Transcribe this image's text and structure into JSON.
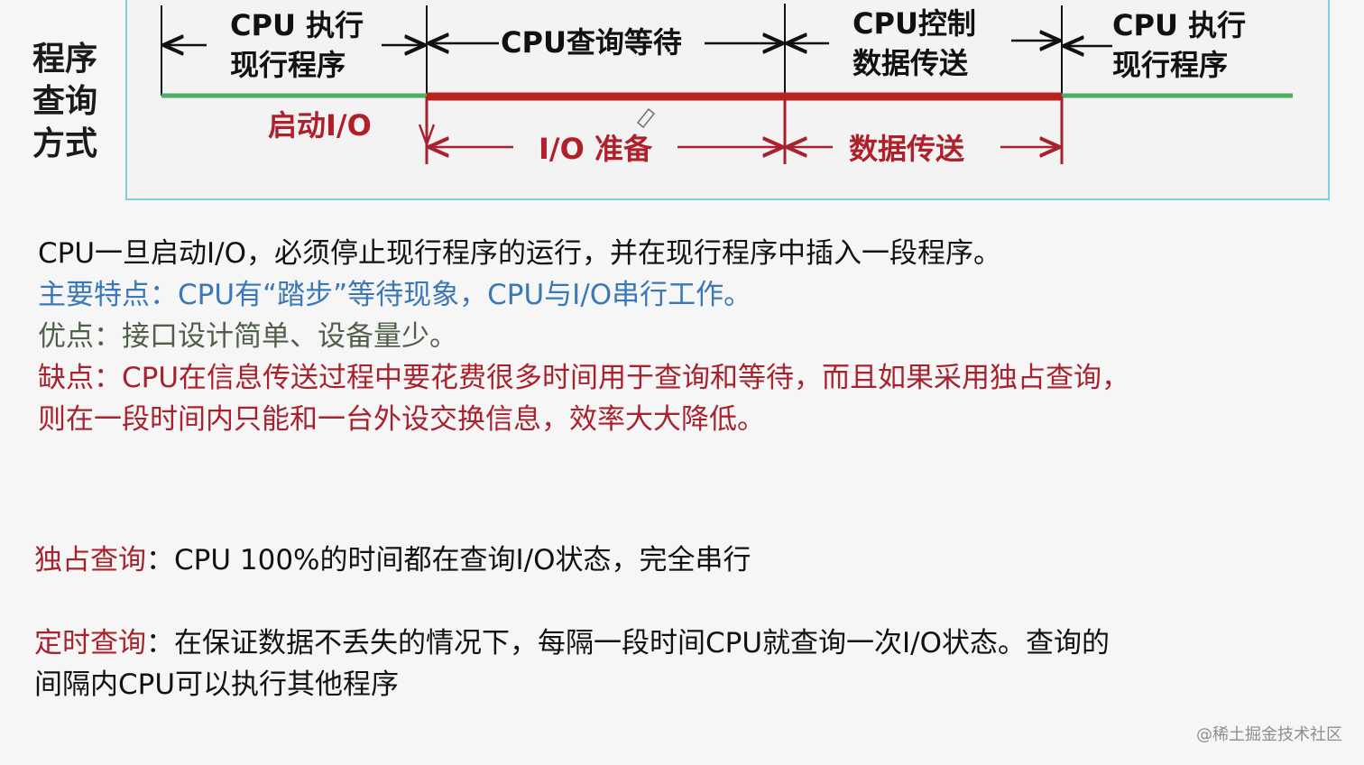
{
  "side_label": "程序\n查询\n方式",
  "diagram": {
    "segments_top": [
      {
        "label": "CPU 执行\n现行程序"
      },
      {
        "label": "CPU查询等待"
      },
      {
        "label": "CPU控制\n数据传送"
      },
      {
        "label": "CPU  执行\n现行程序"
      }
    ],
    "segments_bottom": [
      {
        "label": "启动I/O"
      },
      {
        "label": "I/O 准备"
      },
      {
        "label": "数据传送"
      }
    ],
    "colors": {
      "cpu_line": "#4caf64",
      "io_line": "#b8231f",
      "box_border": "#7ecfe6"
    }
  },
  "body": {
    "line1": "CPU一旦启动I/O，必须停止现行程序的运行，并在现行程序中插入一段程序。",
    "feature": "主要特点：CPU有“踏步”等待现象，CPU与I/O串行工作。",
    "pros": "优点：接口设计简单、设备量少。",
    "cons_line1": "缺点：CPU在信息传送过程中要花费很多时间用于查询和等待，而且如果采用独占查询，",
    "cons_line2": "则在一段时间内只能和一台外设交换信息，效率大大降低。"
  },
  "modes": {
    "exclusive": {
      "term": "独占查询",
      "desc": "：CPU 100%的时间都在查询I/O状态，完全串行"
    },
    "timed": {
      "term": "定时查询",
      "desc": "：在保证数据不丢失的情况下，每隔一段时间CPU就查询一次I/O状态。查询的",
      "desc2": "间隔内CPU可以执行其他程序"
    }
  },
  "watermark": "@稀土掘金技术社区"
}
